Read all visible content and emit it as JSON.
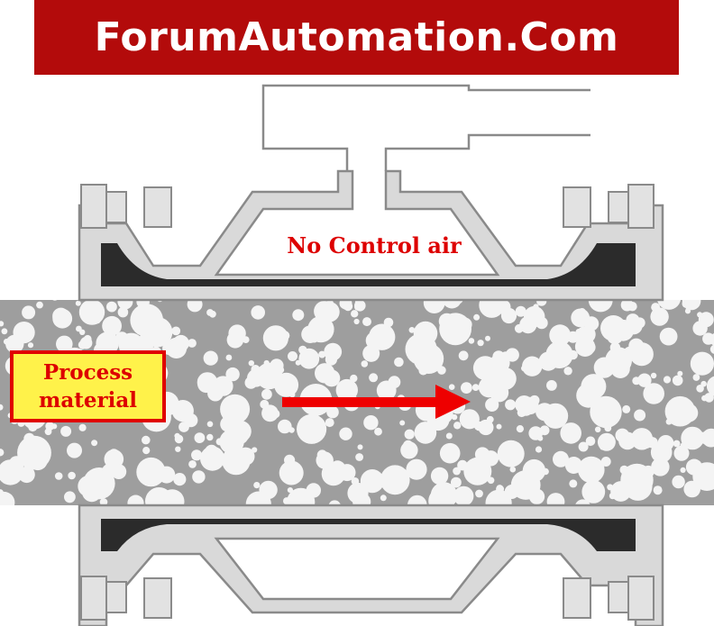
{
  "banner": {
    "text": "ForumAutomation.Com",
    "bg_color": "#b30b0b",
    "text_color": "#ffffff"
  },
  "diagram": {
    "air_label": "No Control air",
    "air_label_color": "#dd0000",
    "process_label": {
      "line1": "Process",
      "line2": "material"
    },
    "process_box_bg": "#fff24a",
    "process_box_border": "#e00000",
    "process_text_color": "#dd0000",
    "arrow_color": "#ee0000",
    "sleeve_color": "#2b2b2b",
    "body_fill": "#d9d9d9",
    "body_stroke": "#8a8a8a",
    "pipe_fill": "#9e9e9e",
    "bead_color": "#f4f4f4"
  }
}
